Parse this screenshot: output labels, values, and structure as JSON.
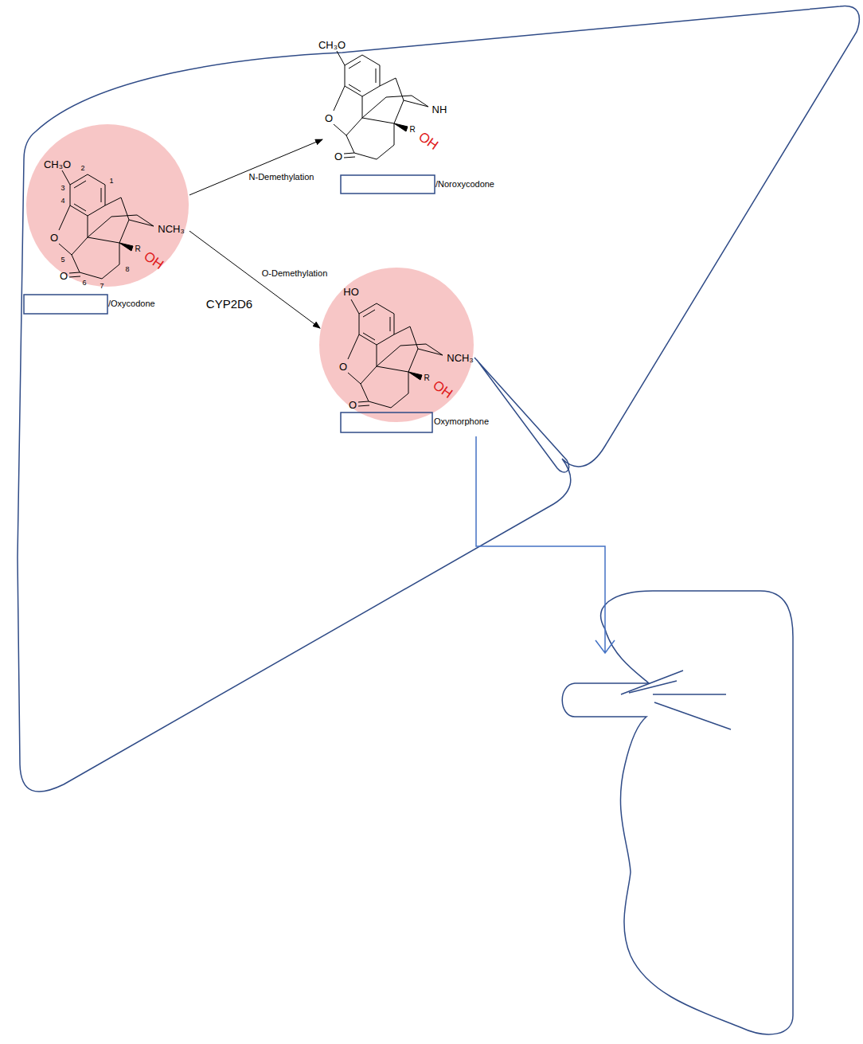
{
  "diagram": {
    "nodes": [
      {
        "text": [
          "/Oxycodone"
        ]
      },
      {
        "text": [
          "/Noroxycodone"
        ]
      },
      {
        "text": [
          "Oxymorphone"
        ]
      }
    ],
    "edges": [
      {
        "from": 0,
        "to": 1,
        "arrow": "to",
        "label": "N-Demethylation"
      },
      {
        "from": 0,
        "to": 2,
        "arrow": "to",
        "label": "O-Demethylation"
      }
    ],
    "labels": [
      "CH₃O",
      "2",
      "1",
      "3",
      "4",
      "5",
      "O",
      "O",
      "6",
      "7",
      "8",
      "NCH₃",
      "R",
      "OH",
      "CH₃O",
      "O",
      "O",
      "NH",
      "R",
      "OH",
      "HO",
      "O",
      "O",
      "NCH₃",
      "R",
      "OH",
      "CYP2D6"
    ]
  }
}
